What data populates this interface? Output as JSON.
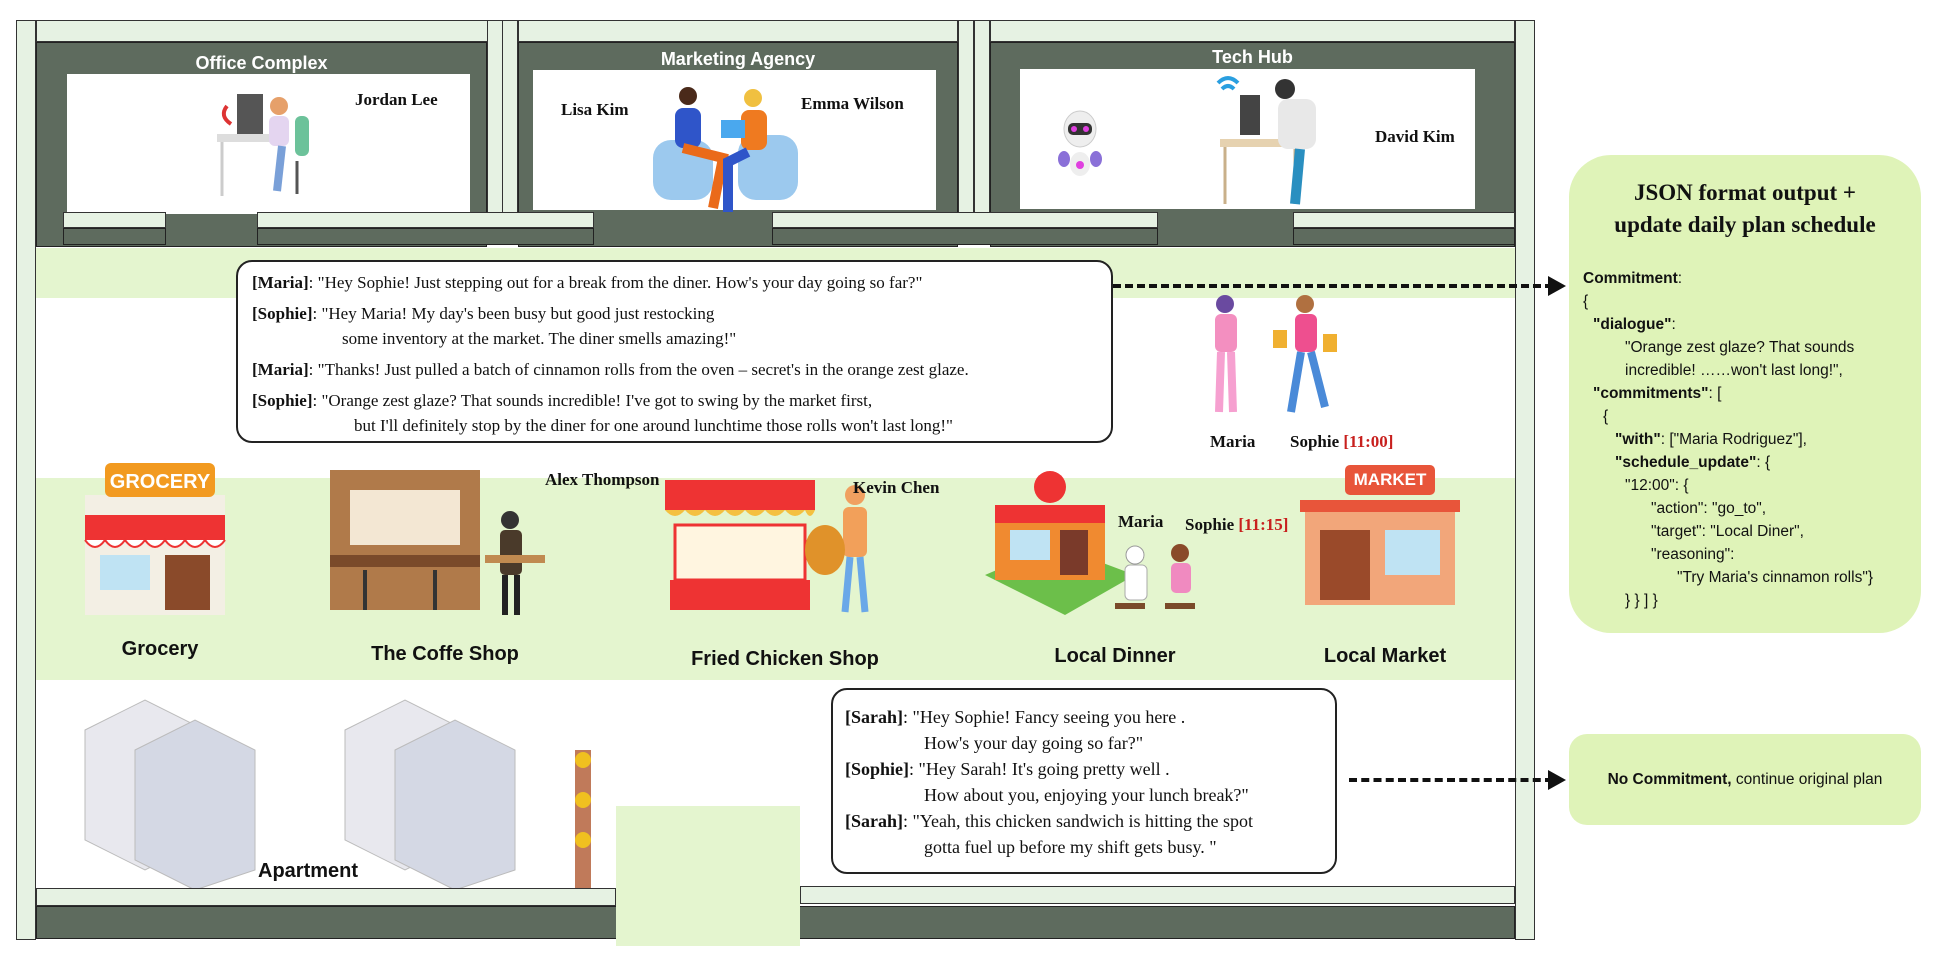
{
  "buildings": {
    "office": {
      "title": "Office Complex",
      "people": [
        "Jordan Lee"
      ]
    },
    "marketing": {
      "title": "Marketing Agency",
      "people": [
        "Lisa Kim",
        "Emma Wilson"
      ]
    },
    "tech": {
      "title": "Tech Hub",
      "people": [
        "David Kim"
      ]
    }
  },
  "dialogue1": {
    "lines": [
      {
        "speaker": "Maria",
        "text": ": \"Hey Sophie! Just stepping out for a break from the diner. How's your day going so far?\""
      },
      {
        "speaker": "Sophie",
        "text": ": \"Hey Maria! My day's been busy but good just restocking",
        "cont": "some inventory at the market. The diner smells amazing!\""
      },
      {
        "speaker": "Maria",
        "text": ": \"Thanks! Just pulled a batch of cinnamon rolls from the oven – secret's in the orange zest glaze."
      },
      {
        "speaker": "Sophie",
        "text": ": \"Orange zest glaze? That sounds incredible! I've got to swing by the market first,",
        "cont": "but I'll definitely stop by the diner for one around lunchtime those rolls won't last long!\""
      }
    ]
  },
  "street_people": {
    "maria": "Maria",
    "sophie": "Sophie",
    "sophie_time": "[11:00]"
  },
  "shops": {
    "grocery": {
      "label": "Grocery",
      "sign": "GROCERY"
    },
    "coffee": {
      "label": "The Coffe Shop",
      "person": "Alex Thompson"
    },
    "chicken": {
      "label": "Fried Chicken Shop",
      "person": "Kevin Chen"
    },
    "diner": {
      "label": "Local Dinner",
      "person1": "Maria",
      "person2": "Sophie",
      "time": "[11:15]"
    },
    "market": {
      "label": "Local Market",
      "sign": "MARKET"
    }
  },
  "apartment": {
    "label": "Apartment"
  },
  "dialogue2": {
    "lines": [
      {
        "speaker": "Sarah",
        "text": ": \"Hey Sophie! Fancy seeing you here .",
        "cont": "How's your day going so far?\""
      },
      {
        "speaker": "Sophie",
        "text": ": \"Hey Sarah! It's going pretty well .",
        "cont": "How about you, enjoying your lunch break?\""
      },
      {
        "speaker": "Sarah",
        "text": ": \"Yeah, this chicken sandwich is hitting the spot",
        "cont": "gotta fuel up before my shift gets busy. \""
      }
    ]
  },
  "output_box": {
    "title": "JSON format output + update daily plan schedule",
    "commitment_label": "Commitment",
    "l_open": "{",
    "dialogue_key": "\"dialogue\"",
    "dialogue_val1": "\"Orange zest glaze? That sounds",
    "dialogue_val2": "incredible! ……won't last long!\",",
    "commitments_key": "\"commitments\"",
    "l_brace": "{",
    "with_key": "\"with\"",
    "with_val": ": [\"Maria Rodriguez\"],",
    "schedule_key": "\"schedule_update\"",
    "time_line": "\"12:00\": {",
    "action_line": "\"action\": \"go_to\",",
    "target_line": "\"target\": \"Local Diner\",",
    "reasoning_line": "\"reasoning\":",
    "reasoning_val": "\"Try Maria's cinnamon rolls\"}",
    "close": "} } ] }"
  },
  "no_commit_box": {
    "bold": "No Commitment,",
    "text": " continue original plan"
  },
  "colors": {
    "wall": "#e6f2e3",
    "dark": "#5e6b5e",
    "green": "#e4f5cf",
    "red": "#c8201e"
  }
}
